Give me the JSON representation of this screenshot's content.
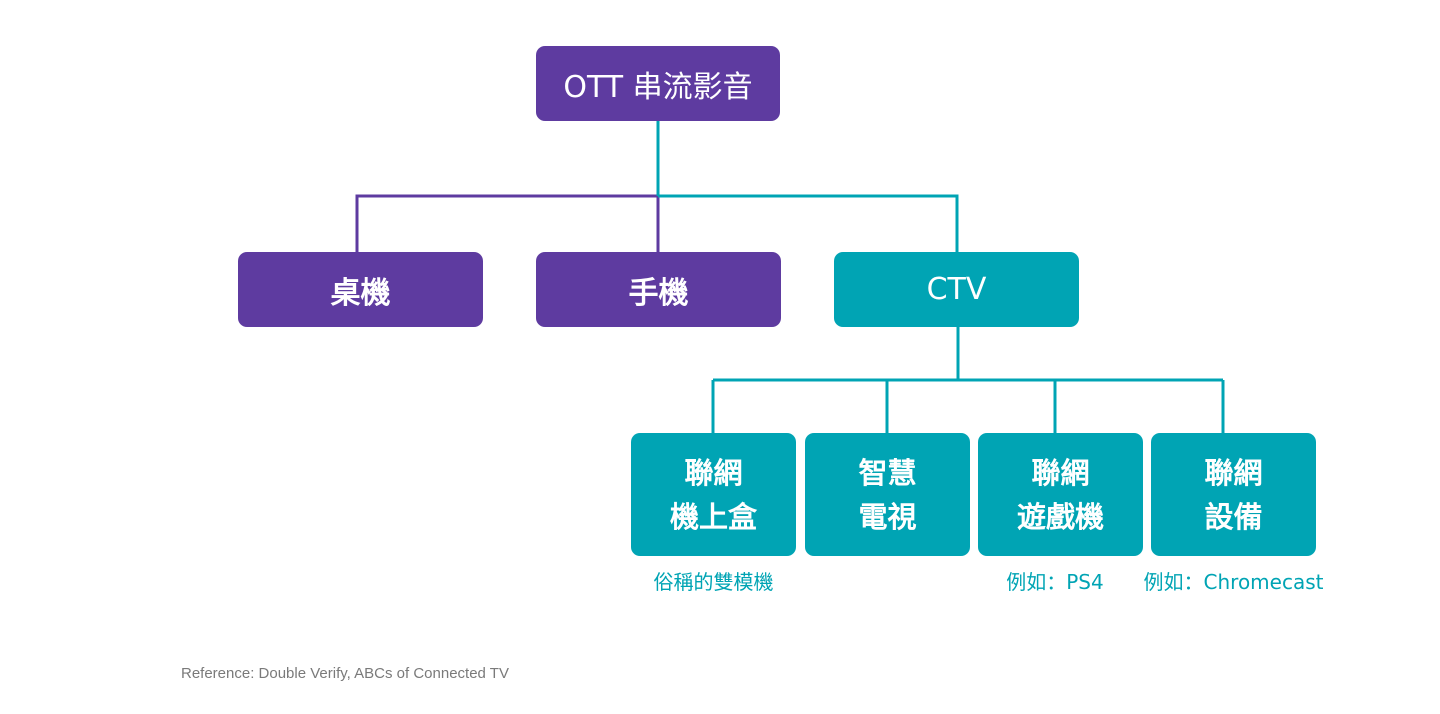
{
  "colors": {
    "purple": "#5e3ba0",
    "teal": "#00a4b4",
    "reference_text": "#7a7a7a",
    "background": "#ffffff"
  },
  "root": {
    "label": "OTT 串流影音"
  },
  "level1": {
    "desktop": "桌機",
    "mobile": "手機",
    "ctv": "CTV"
  },
  "level2": {
    "set_top_box": {
      "line1": "聯網",
      "line2": "機上盒",
      "caption": "俗稱的雙模機"
    },
    "smart_tv": {
      "line1": "智慧",
      "line2": "電視"
    },
    "game_console": {
      "line1": "聯網",
      "line2": "遊戲機",
      "caption": "例如：PS4"
    },
    "connected_device": {
      "line1": "聯網",
      "line2": "設備",
      "caption": "例如：Chromecast"
    }
  },
  "reference": "Reference: Double Verify, ABCs of Connected TV"
}
